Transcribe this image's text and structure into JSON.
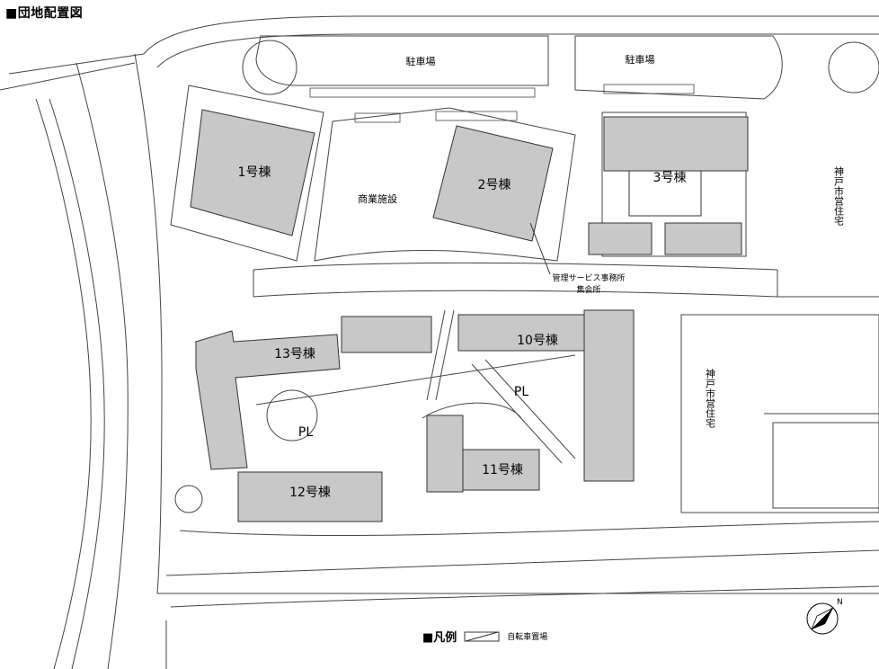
{
  "title": "■団地配置図",
  "labels": {
    "parking_left": "駐車場",
    "parking_right": "駐車場",
    "b1": "1号棟",
    "b2": "2号棟",
    "b3": "3号棟",
    "commercial": "商業施設",
    "mgmt_line1": "管理サービス事務所",
    "mgmt_line2": "集会所",
    "b10": "10号棟",
    "b11": "11号棟",
    "b12": "12号棟",
    "b13": "13号棟",
    "pl1": "PL",
    "pl2": "PL",
    "city_housing": "神戸市営住宅"
  },
  "legend": {
    "title": "■凡例",
    "bicycle_parking": "自転車置場"
  },
  "compass": {
    "north_label": "N"
  },
  "colors": {
    "building": "#c8c8c8",
    "line": "#333333",
    "background": "#ffffff"
  }
}
